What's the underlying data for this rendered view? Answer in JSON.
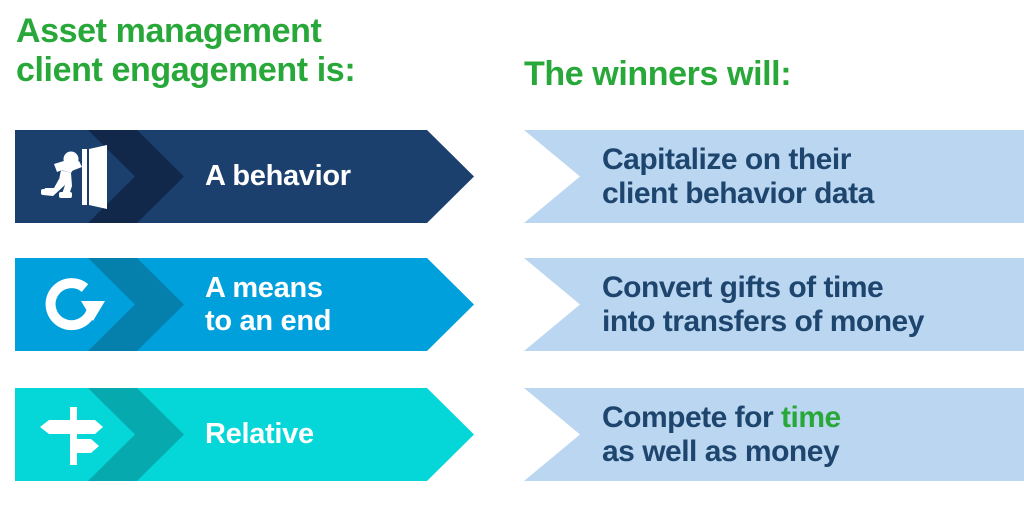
{
  "colors": {
    "green": "#29a83a",
    "navy_text": "#1d456e",
    "row1_body": "#1b406e",
    "row1_chevron": "#12284b",
    "row2_body": "#00a0dd",
    "row2_chevron": "#0580ad",
    "row3_body": "#05d6d8",
    "row3_chevron": "#06aaae",
    "banner_fill": "#bad6f0",
    "background": "#ffffff"
  },
  "headings": {
    "left": "Asset management\nclient engagement is:",
    "right": "The winners will:"
  },
  "left_column": {
    "rows": [
      {
        "label": "A behavior",
        "icon": "running-person-exit-icon",
        "body_color": "#1b406e",
        "chevron_color": "#12284b"
      },
      {
        "label": "A means\nto an end",
        "icon": "circular-arrow-icon",
        "body_color": "#00a0dd",
        "chevron_color": "#0580ad"
      },
      {
        "label": "Relative",
        "icon": "signpost-icon",
        "body_color": "#05d6d8",
        "chevron_color": "#06aaae"
      }
    ]
  },
  "right_column": {
    "rows": [
      {
        "line1": "Capitalize on their",
        "line2": "client behavior data",
        "fill": "#bad6f0"
      },
      {
        "line1": "Convert gifts of time",
        "line2": "into transfers of money",
        "fill": "#bad6f0"
      },
      {
        "line1_pre": "Compete for ",
        "line1_accent": "time",
        "line2": "as well as money",
        "fill": "#bad6f0"
      }
    ]
  }
}
